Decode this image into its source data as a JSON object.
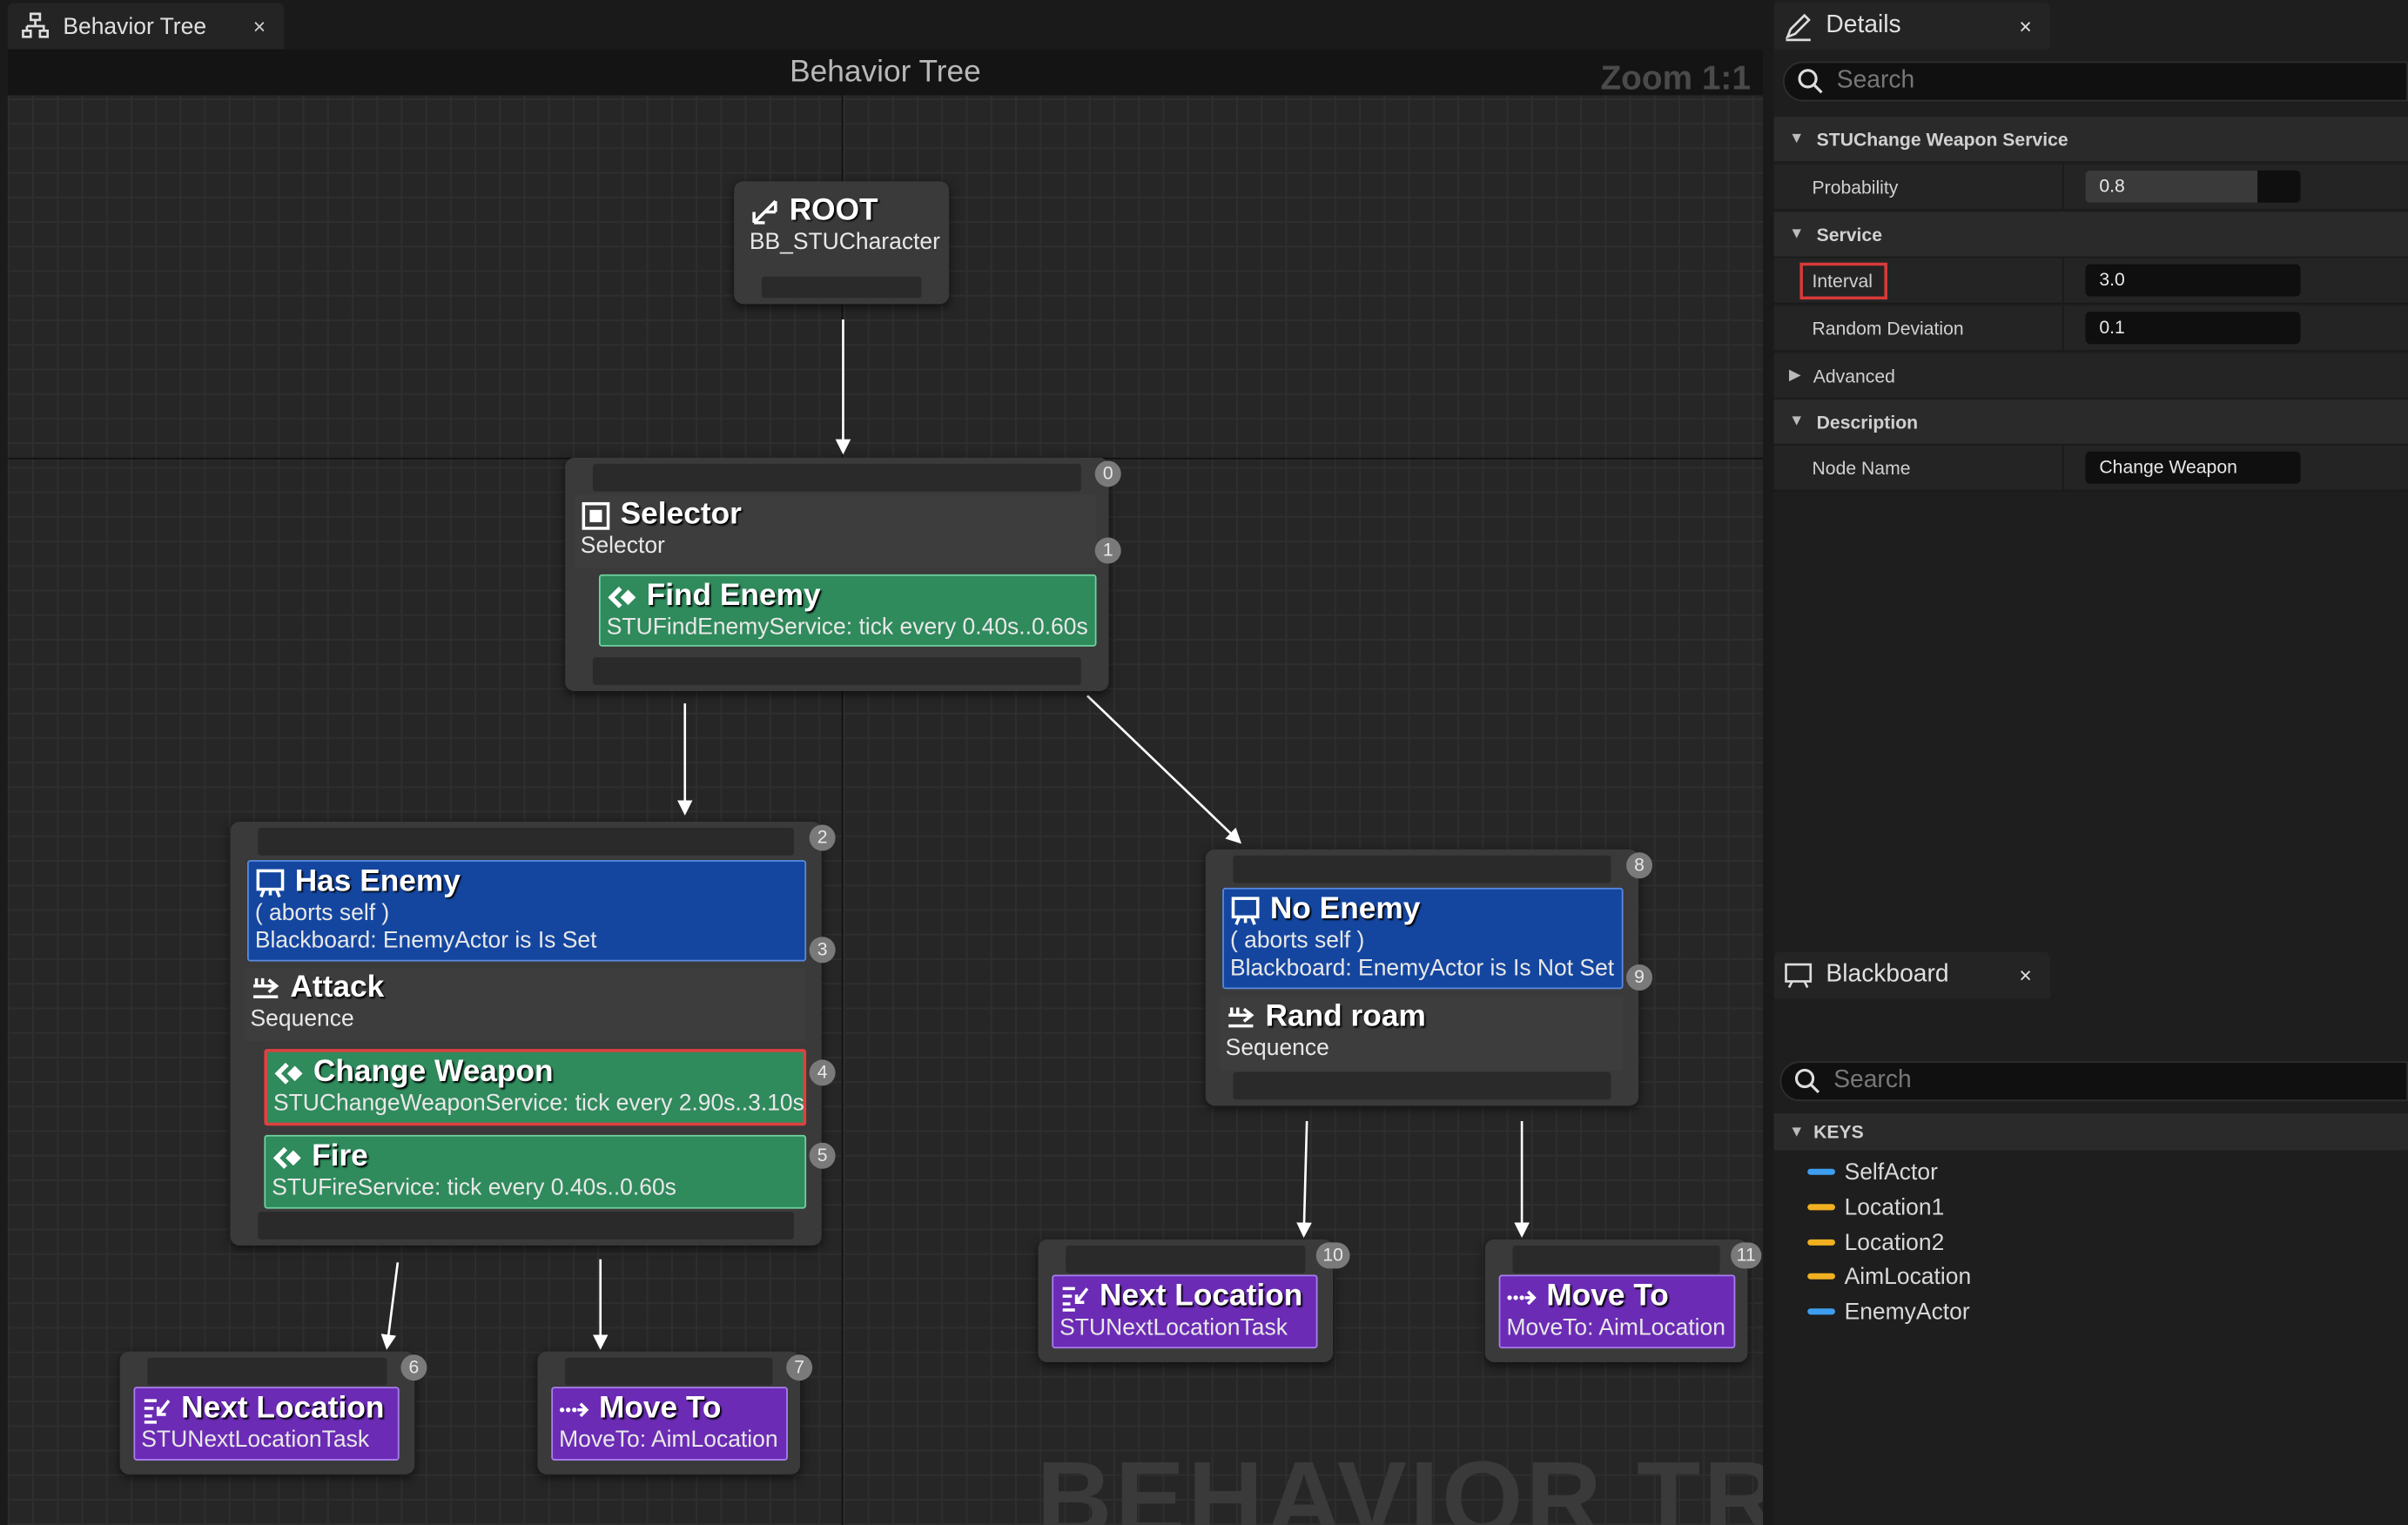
{
  "graph_tab": {
    "title": "Behavior Tree",
    "close": "×"
  },
  "graph": {
    "title": "Behavior Tree",
    "zoom": "Zoom 1:1",
    "watermark": "BEHAVIOR TREE"
  },
  "nodes": {
    "root": {
      "title": "ROOT",
      "sub": "BB_STUCharacter"
    },
    "selector": {
      "badge_top": "0",
      "badge_mid": "1",
      "title": "Selector",
      "sub": "Selector",
      "service": {
        "title": "Find Enemy",
        "sub": "STUFindEnemyService: tick every 0.40s..0.60s"
      }
    },
    "has_enemy": {
      "badge_top": "2",
      "decorator": {
        "title": "Has Enemy",
        "sub1": "( aborts self )",
        "sub2": "Blackboard: EnemyActor is Is Set",
        "badge": "3"
      },
      "composite": {
        "title": "Attack",
        "sub": "Sequence",
        "badge": "4"
      },
      "service1": {
        "title": "Change Weapon",
        "sub": "STUChangeWeaponService: tick every 2.90s..3.10s",
        "badge": "5"
      },
      "service2": {
        "title": "Fire",
        "sub": "STUFireService: tick every 0.40s..0.60s"
      }
    },
    "no_enemy": {
      "badge_top": "8",
      "decorator": {
        "title": "No Enemy",
        "sub1": "( aborts self )",
        "sub2": "Blackboard: EnemyActor is Is Not Set",
        "badge": "9"
      },
      "composite": {
        "title": "Rand roam",
        "sub": "Sequence"
      }
    },
    "task6": {
      "badge": "6",
      "title": "Next Location",
      "sub": "STUNextLocationTask"
    },
    "task7": {
      "badge": "7",
      "title": "Move To",
      "sub": "MoveTo: AimLocation"
    },
    "task10": {
      "badge": "10",
      "title": "Next Location",
      "sub": "STUNextLocationTask"
    },
    "task11": {
      "badge": "11",
      "title": "Move To",
      "sub": "MoveTo: AimLocation"
    }
  },
  "details": {
    "tab_title": "Details",
    "close": "×",
    "search_placeholder": "Search",
    "sections": {
      "service_class": "STUChange Weapon Service",
      "service": "Service",
      "advanced": "Advanced",
      "description": "Description"
    },
    "rows": {
      "probability": {
        "label": "Probability",
        "value": "0.8",
        "fraction": 0.8
      },
      "interval": {
        "label": "Interval",
        "value": "3.0"
      },
      "random_deviation": {
        "label": "Random Deviation",
        "value": "0.1"
      },
      "node_name": {
        "label": "Node Name",
        "value": "Change Weapon"
      }
    }
  },
  "blackboard": {
    "tab_title": "Blackboard",
    "close": "×",
    "search_placeholder": "Search",
    "keys_header": "KEYS",
    "keys": [
      {
        "name": "SelfActor",
        "color": "#3d9ef0"
      },
      {
        "name": "Location1",
        "color": "#f0b020"
      },
      {
        "name": "Location2",
        "color": "#f0b020"
      },
      {
        "name": "AimLocation",
        "color": "#f0b020"
      },
      {
        "name": "EnemyActor",
        "color": "#3d9ef0"
      }
    ]
  }
}
